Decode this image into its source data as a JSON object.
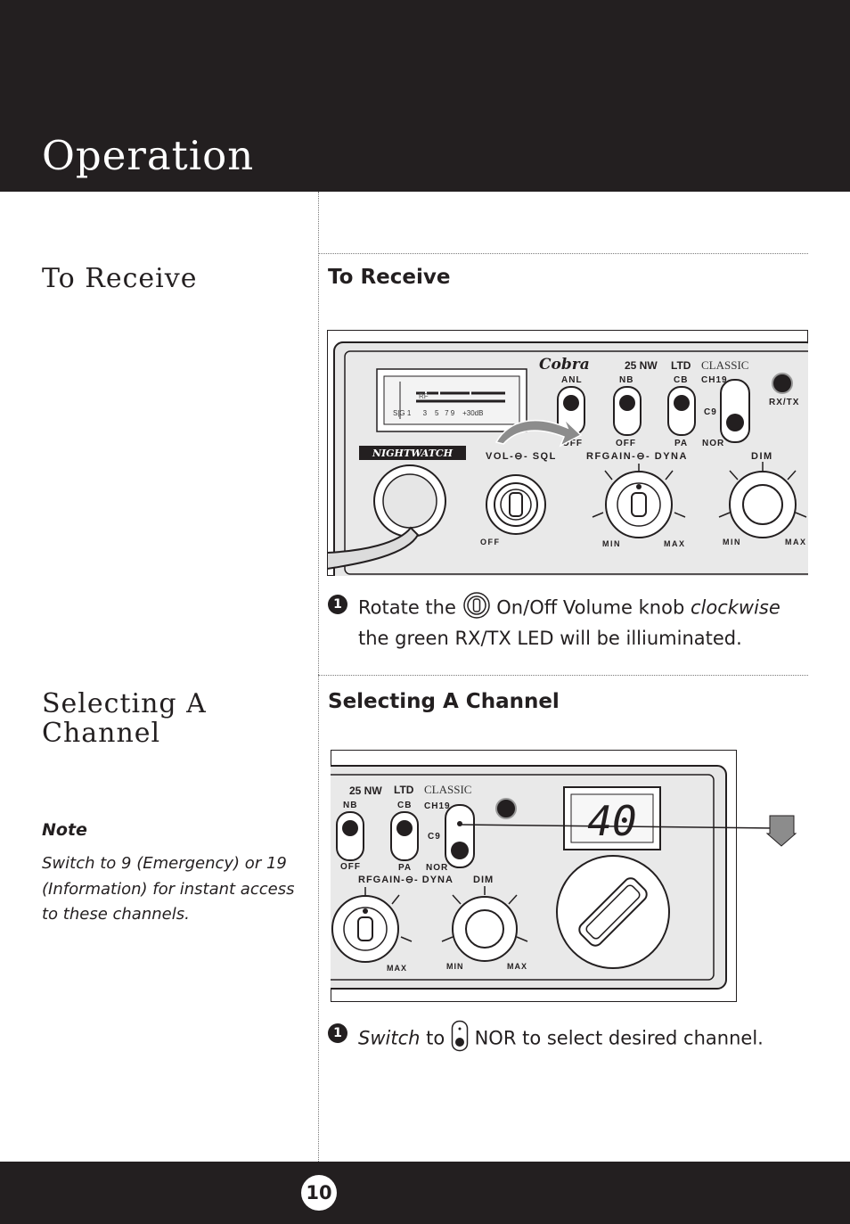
{
  "header": {
    "title": "Operation"
  },
  "sections": {
    "receive": {
      "side_title": "To Receive",
      "title": "To Receive",
      "step": {
        "number": "1",
        "text_before": "Rotate the",
        "text_after": "On/Off Volume knob",
        "emphasis": "clockwise",
        "line2": "the green RX/TX LED will be illiuminated."
      }
    },
    "channel": {
      "side_title_line1": "Selecting A",
      "side_title_line2": "Channel",
      "title": "Selecting A Channel",
      "note_title": "Note",
      "note_text": "Switch to 9 (Emergency) or 19 (Information) for instant access to these channels.",
      "step": {
        "number": "1",
        "emphasis": "Switch",
        "text_mid": "to",
        "text_after": "NOR to select desired channel."
      }
    }
  },
  "radio_panel": {
    "brand": "Cobra",
    "model": "25 NW",
    "ltd": "LTD",
    "classic": "CLASSIC",
    "nightwatch": "NIGHTWATCH",
    "meter": {
      "rf": "RF",
      "scale": "S|G 1      3    5   7 9    +30dB"
    },
    "switches": [
      {
        "top": "ANL",
        "bottom": "OFF"
      },
      {
        "top": "NB",
        "bottom": "OFF"
      },
      {
        "top": "CB",
        "bottom": "PA"
      },
      {
        "top": "CH19",
        "mid": "C9",
        "bottom": "NOR"
      }
    ],
    "rxtx": "RX/TX",
    "knob_labels": {
      "vol_sql": "VOL-⊖- SQL",
      "rfgain_dyna": "RFGAIN-⊖- DYNA",
      "dim": "DIM",
      "off": "OFF",
      "min": "MIN",
      "max": "MAX"
    },
    "channel_display": "40"
  },
  "footer": {
    "page_number": "10"
  }
}
